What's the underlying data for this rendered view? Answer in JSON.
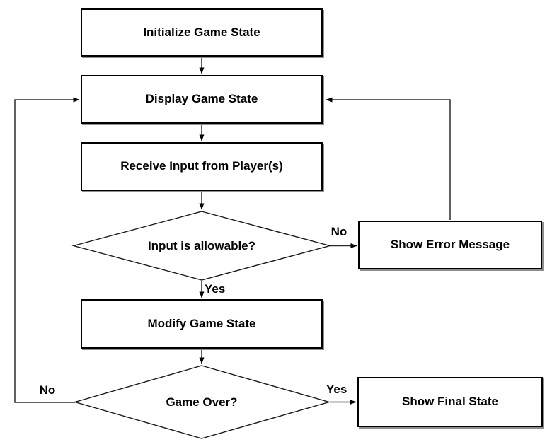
{
  "diagram": {
    "type": "flowchart",
    "background_color": "#ffffff",
    "node_border_color": "#000000",
    "node_shadow_color": "#8e8e8e",
    "line_color": "#2b2b2b",
    "text_color": "#000000",
    "nodes": [
      {
        "id": "initialize",
        "type": "process",
        "label": "Initialize Game State"
      },
      {
        "id": "display",
        "type": "process",
        "label": "Display Game State"
      },
      {
        "id": "receive-input",
        "type": "process",
        "label": "Receive Input from Player(s)"
      },
      {
        "id": "input-allowable",
        "type": "decision",
        "label": "Input is allowable?"
      },
      {
        "id": "show-error",
        "type": "process",
        "label": "Show Error Message"
      },
      {
        "id": "modify",
        "type": "process",
        "label": "Modify Game State"
      },
      {
        "id": "game-over",
        "type": "decision",
        "label": "Game Over?"
      },
      {
        "id": "show-final",
        "type": "process",
        "label": "Show Final State"
      }
    ],
    "edges": [
      {
        "from": "initialize",
        "to": "display",
        "label": ""
      },
      {
        "from": "display",
        "to": "receive-input",
        "label": ""
      },
      {
        "from": "receive-input",
        "to": "input-allowable",
        "label": ""
      },
      {
        "from": "input-allowable",
        "to": "show-error",
        "label": "No"
      },
      {
        "from": "show-error",
        "to": "display",
        "label": ""
      },
      {
        "from": "input-allowable",
        "to": "modify",
        "label": "Yes"
      },
      {
        "from": "modify",
        "to": "game-over",
        "label": ""
      },
      {
        "from": "game-over",
        "to": "show-final",
        "label": "Yes"
      },
      {
        "from": "game-over",
        "to": "display",
        "label": "No"
      }
    ]
  }
}
